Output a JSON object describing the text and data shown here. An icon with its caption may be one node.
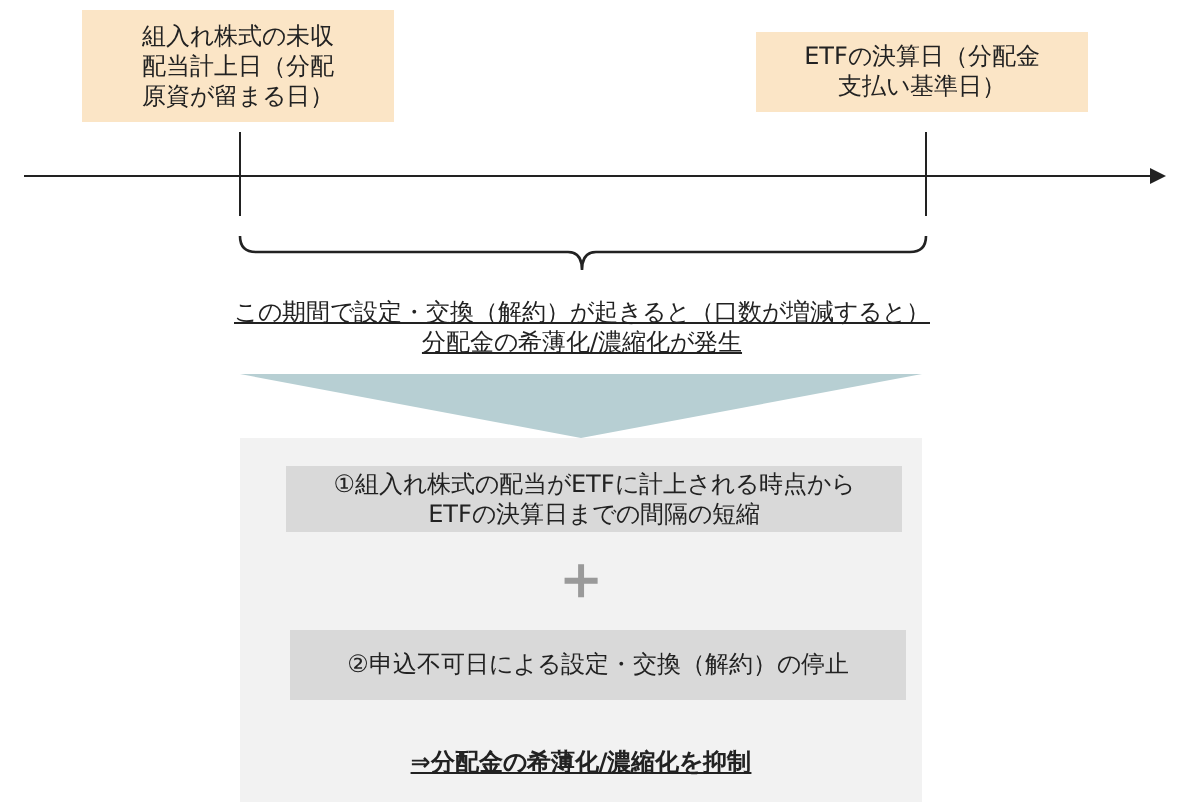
{
  "diagram": {
    "nodes": [
      {
        "text": [
          "組入れ株式の未収配当計上日（分配原資が留まる日）"
        ]
      },
      {
        "text": [
          "ETFの決算日（分配金支払い基準日）"
        ]
      },
      {
        "text": [
          "この期間で設定・交換（解約）が起きると（口数が増減すると）分配金の希薄化/濃縮化が発生"
        ]
      },
      {
        "text": [
          "⇒分配金の希薄化/濃縮化を抑制"
        ]
      },
      {
        "text": [
          "①組入れ株式の配当がETFに計上される時点からETFの決算日までの間隔の短縮"
        ],
        "in": 3
      },
      {
        "text": [
          "②申込不可日による設定・交換（解約）の停止"
        ],
        "in": 3
      }
    ],
    "edges": [
      {
        "from": 2,
        "to": 3,
        "arrow": "to"
      }
    ],
    "labels": [
      "＋"
    ]
  }
}
